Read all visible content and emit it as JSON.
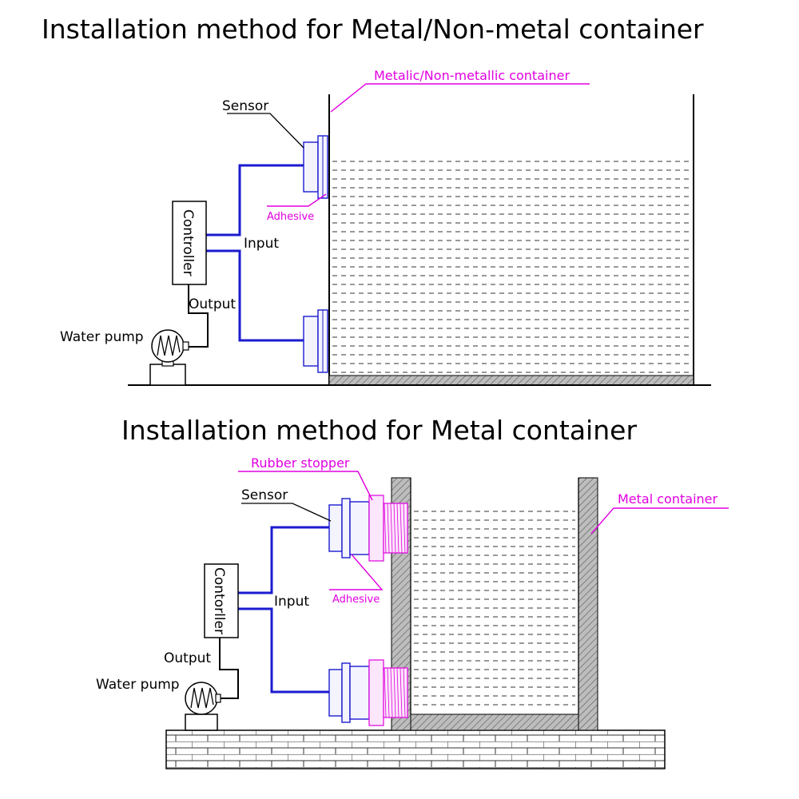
{
  "top": {
    "title": "Installation method for Metal/Non-metal container",
    "container_label": "Metalic/Non-metallic container",
    "sensor_label": "Sensor",
    "adhesive_label": "Adhesive",
    "controller_label": "Controller",
    "input_label": "Input",
    "output_label": "Output",
    "pump_label": "Water pump"
  },
  "bottom": {
    "title": "Installation method for Metal container",
    "stopper_label": "Rubber stopper",
    "sensor_label": "Sensor",
    "container_label": "Metal container",
    "adhesive_label": "Adhesive",
    "controller_label": "Contorller",
    "input_label": "Input",
    "output_label": "Output",
    "pump_label": "Water pump"
  },
  "colors": {
    "wire": "#1b1bd0",
    "annotation": "#e000e0",
    "wall": "#b0b0b0"
  }
}
